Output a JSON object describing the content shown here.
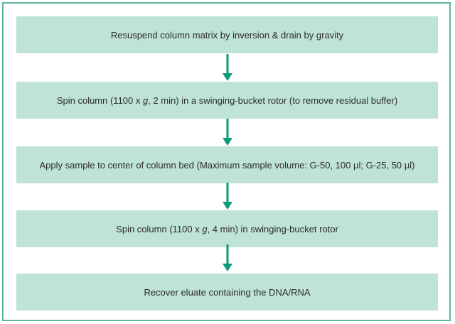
{
  "colors": {
    "border": "#5bb5a2",
    "box_fill": "#bfe3d6",
    "arrow": "#0c9a7a",
    "text": "#2b2b2b"
  },
  "steps": [
    {
      "pre": "Resuspend column matrix by inversion & drain by gravity",
      "italic": "",
      "post": ""
    },
    {
      "pre": "Spin column (1100 x ",
      "italic": "g",
      "post": ", 2 min) in a swinging-bucket rotor (to remove residual buffer)"
    },
    {
      "pre": "Apply sample to center of column bed (Maximum sample volume: G-50, 100 µl; G-25, 50 µl)",
      "italic": "",
      "post": ""
    },
    {
      "pre": "Spin column (1100 x ",
      "italic": "g",
      "post": ", 4 min) in swinging-bucket rotor"
    },
    {
      "pre": "Recover eluate containing the DNA/RNA",
      "italic": "",
      "post": ""
    }
  ],
  "arrow_icon": "arrow-down-icon"
}
